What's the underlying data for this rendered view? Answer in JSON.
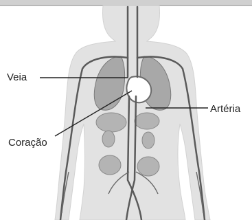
{
  "labels": {
    "vein": "Veia",
    "artery": "Artéria",
    "heart": "Coração"
  },
  "colors": {
    "top_bar": "#d0d0d0",
    "body_silhouette": "#e2e2e2",
    "vessels": "#5a5a5a",
    "organs": "#a8a8a8",
    "leader_lines": "#222222"
  }
}
